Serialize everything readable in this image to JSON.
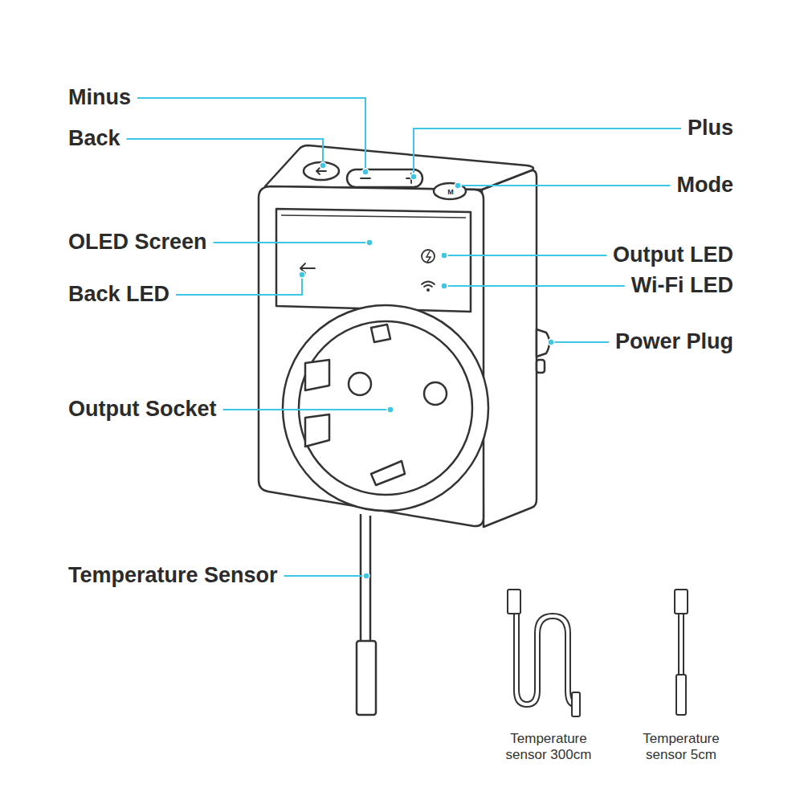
{
  "diagram": {
    "labels": [
      "Minus",
      "Back",
      "Plus",
      "Mode",
      "OLED Screen",
      "Output LED",
      "Back LED",
      "Wi-Fi LED",
      "Power Plug",
      "Output Socket",
      "Temperature Sensor",
      "Temperature sensor 300cm",
      "Temperature sensor 5cm",
      "M"
    ]
  }
}
